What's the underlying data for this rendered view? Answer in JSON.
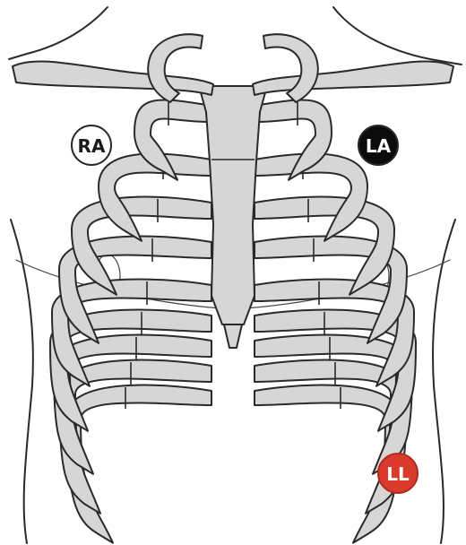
{
  "electrodes": {
    "ra": {
      "label": "RA",
      "fill": "#ffffff",
      "text_color": "#1a1a1a"
    },
    "la": {
      "label": "LA",
      "fill": "#0b0b0b",
      "text_color": "#ffffff"
    },
    "ll": {
      "label": "LL",
      "fill": "#d93a2b",
      "text_color": "#ffffff"
    }
  },
  "colors": {
    "bone": "#d6d6d6",
    "outline": "#2a2a2a",
    "background": "#ffffff"
  }
}
